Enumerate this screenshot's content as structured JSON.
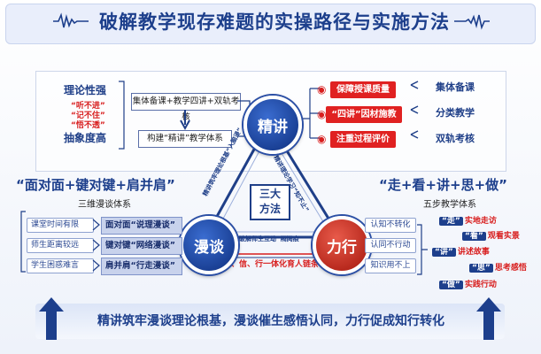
{
  "title": "破解教学现存难题的实操路径与实施方法",
  "center": {
    "line1": "三大",
    "line2": "方法"
  },
  "nodes": {
    "jingjiang": "精讲",
    "mantan": "漫谈",
    "lixing": "力行"
  },
  "top": {
    "left_tags": [
      "理论性强",
      "抽象度高"
    ],
    "red_tags": [
      "“听不进”",
      "“记不住”",
      "“悟不透”"
    ],
    "box1": "集体备课+教学四讲+双轨考核",
    "box2": "构建“精讲”教学体系",
    "red_boxes": [
      "保障授课质量",
      "“四讲”因材施教",
      "注重过程评价"
    ],
    "right_tags": [
      "集体备课",
      "分类教学",
      "双轨考核"
    ]
  },
  "edges": {
    "left_edge": "精讲筑牢理论根基“入脑浸”",
    "right_edge": "精讲理论学习“知不止”",
    "bottom_edge": "破解师生互动“隔阂痕”",
    "chain": "知、信、行一体化育人链条"
  },
  "left_panel": {
    "slogan": "“面对面+键对键+肩并肩”",
    "subtitle": "三维漫谈体系",
    "problems": [
      "课堂时间有限",
      "师生距离较远",
      "学生困惑难言"
    ],
    "methods": [
      "面对面“说理漫谈”",
      "键对键“网络漫谈”",
      "肩并肩“行走漫谈”"
    ]
  },
  "right_panel": {
    "slogan": "“走+看+讲+思+做”",
    "subtitle": "五步教学体系",
    "cognitions": [
      "认知不转化",
      "认同不行动",
      "知识用不上"
    ],
    "steps": [
      {
        "key": "“走”",
        "label": "实地走访"
      },
      {
        "key": "“看”",
        "label": "观看实景"
      },
      {
        "key": "“讲”",
        "label": "讲述故事"
      },
      {
        "key": "“思”",
        "label": "思考感悟"
      },
      {
        "key": "“做”",
        "label": "实践行动"
      }
    ]
  },
  "bottom": "精讲筑牢漫谈理论根基，漫谈催生感悟认同，力行促成知行转化",
  "colors": {
    "primary": "#1d3f8c",
    "accent_red": "#e02121"
  }
}
